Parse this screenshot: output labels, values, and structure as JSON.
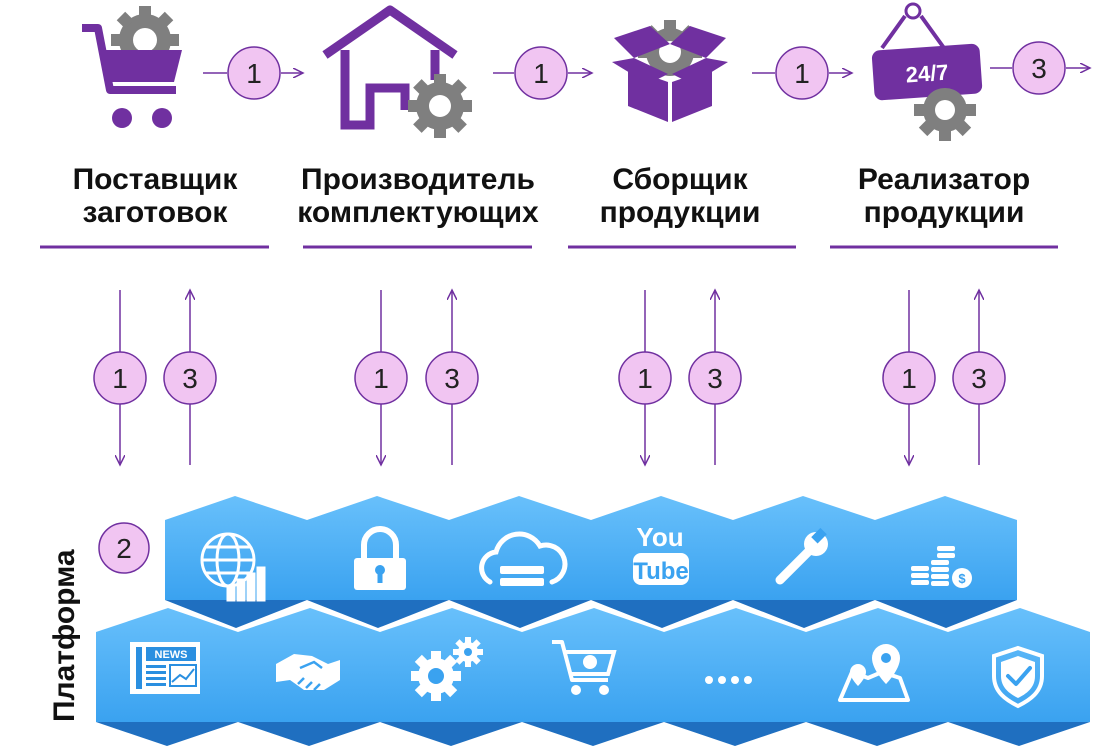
{
  "stages": [
    {
      "title_line1": "Поставщик",
      "title_line2": "заготовок",
      "icon": "cart-gear-icon",
      "down_label": "1",
      "up_label": "3"
    },
    {
      "title_line1": "Производитель",
      "title_line2": "комплектующих",
      "icon": "house-gear-icon",
      "down_label": "1",
      "up_label": "3"
    },
    {
      "title_line1": "Сборщик",
      "title_line2": "продукции",
      "icon": "box-gear-icon",
      "down_label": "1",
      "up_label": "3"
    },
    {
      "title_line1": "Реализатор",
      "title_line2": "продукции",
      "icon": "sign-24-7-gear-icon",
      "down_label": "1",
      "up_label": "3"
    }
  ],
  "flow_labels": [
    "1",
    "1",
    "1",
    "3"
  ],
  "sign_text": "24/7",
  "platform": {
    "label": "Платформа",
    "badge": "2",
    "top_icons": [
      "globe-chart-icon",
      "padlock-icon",
      "cloud-server-icon",
      "youtube-icon",
      "wrench-icon",
      "coins-icon"
    ],
    "bottom_icons": [
      "news-icon",
      "handshake-icon",
      "gears-icon",
      "shopping-cart-icon",
      "ellipsis-icon",
      "map-pin-icon",
      "shield-check-icon"
    ],
    "news_text": "NEWS",
    "youtube_you": "You",
    "youtube_tube": "Tube"
  },
  "colors": {
    "purple": "#7030a0",
    "badge_fill": "#f1c5f2",
    "cube_light": "#5db7f8",
    "cube_dark": "#1f6fc0",
    "gear": "#7f7f7f"
  }
}
